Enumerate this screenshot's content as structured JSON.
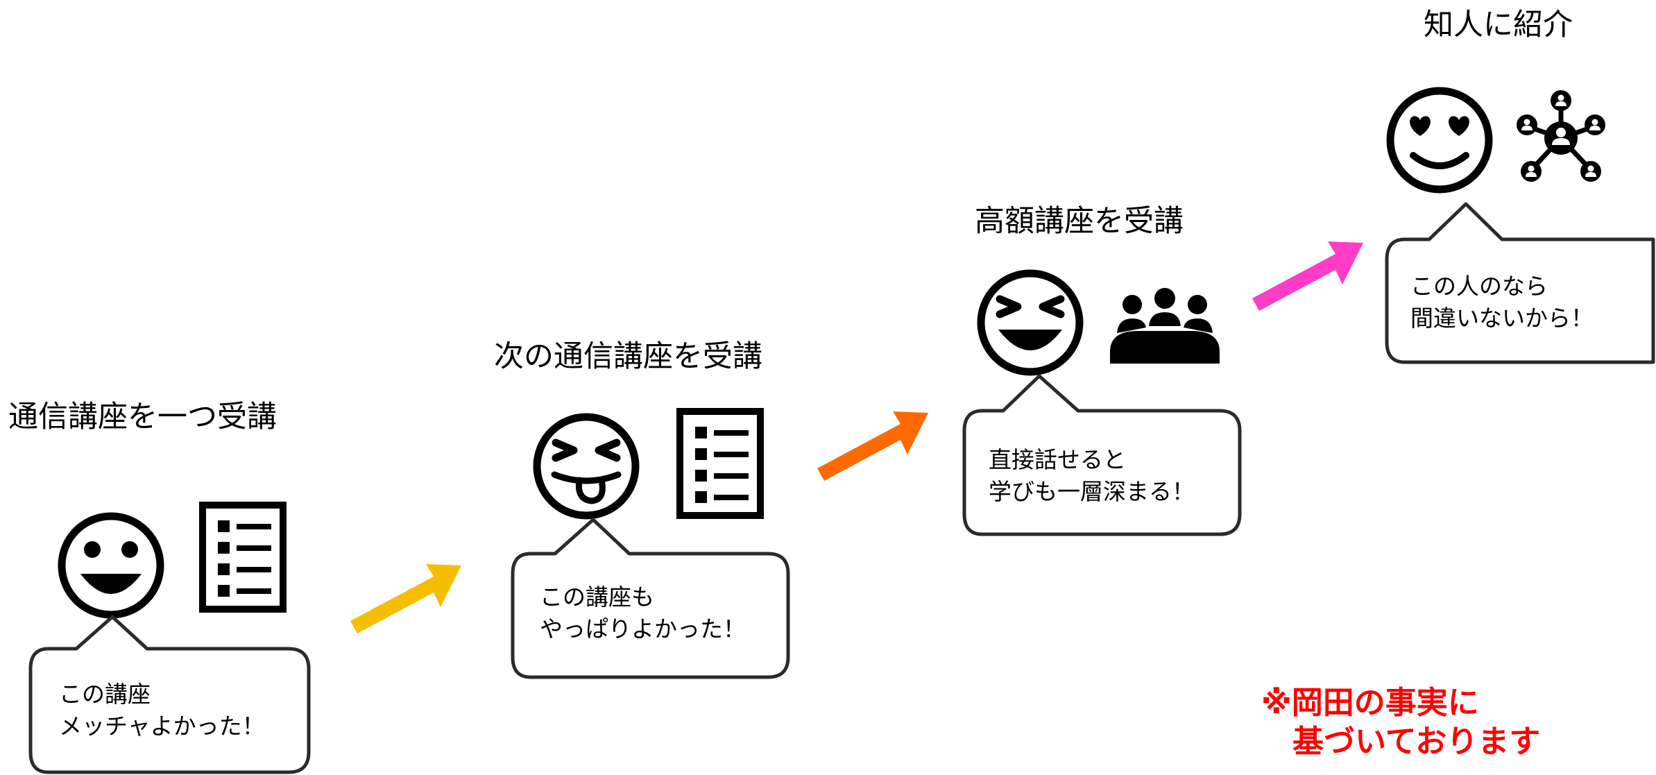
{
  "stages": [
    {
      "title": "通信講座を一つ受講",
      "bubble": "この講座\nメッチャよかった！",
      "face": "smiling-face",
      "item": "document-list"
    },
    {
      "title": "次の通信講座を受講",
      "bubble": "この講座も\nやっぱりよかった！",
      "face": "squinting-tongue-face",
      "item": "document-list"
    },
    {
      "title": "高額講座を受講",
      "bubble": "直接話せると\n学びも一層深まる！",
      "face": "laughing-face",
      "item": "meeting-group"
    },
    {
      "title": "知人に紹介",
      "bubble": "この人のなら\n間違いないから！",
      "face": "heart-eyes-face",
      "item": "network-people"
    }
  ],
  "arrows": [
    {
      "color": "#f6be00"
    },
    {
      "color": "#ff6a00"
    },
    {
      "color": "#ff3cc8"
    }
  ],
  "note": "※岡田の事実に\n　基づいております"
}
